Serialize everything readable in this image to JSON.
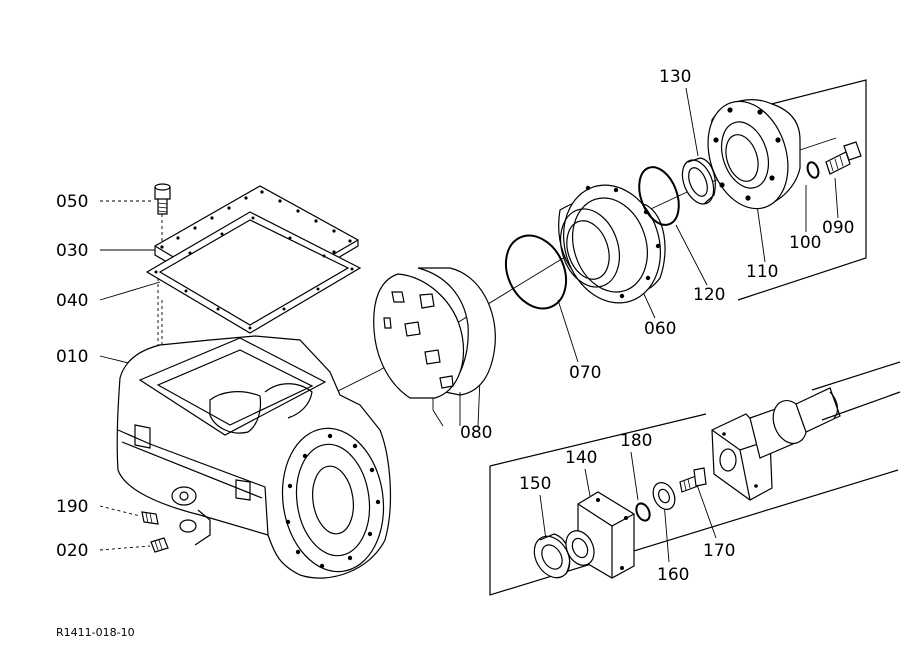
{
  "labels": {
    "p010": "010",
    "p020": "020",
    "p030": "030",
    "p040": "040",
    "p050": "050",
    "p060": "060",
    "p070": "070",
    "p080": "080",
    "p090": "090",
    "p100": "100",
    "p110": "110",
    "p120": "120",
    "p130": "130",
    "p140": "140",
    "p150": "150",
    "p160": "160",
    "p170": "170",
    "p180": "180",
    "p190": "190"
  },
  "reference": "R1411-018-10"
}
